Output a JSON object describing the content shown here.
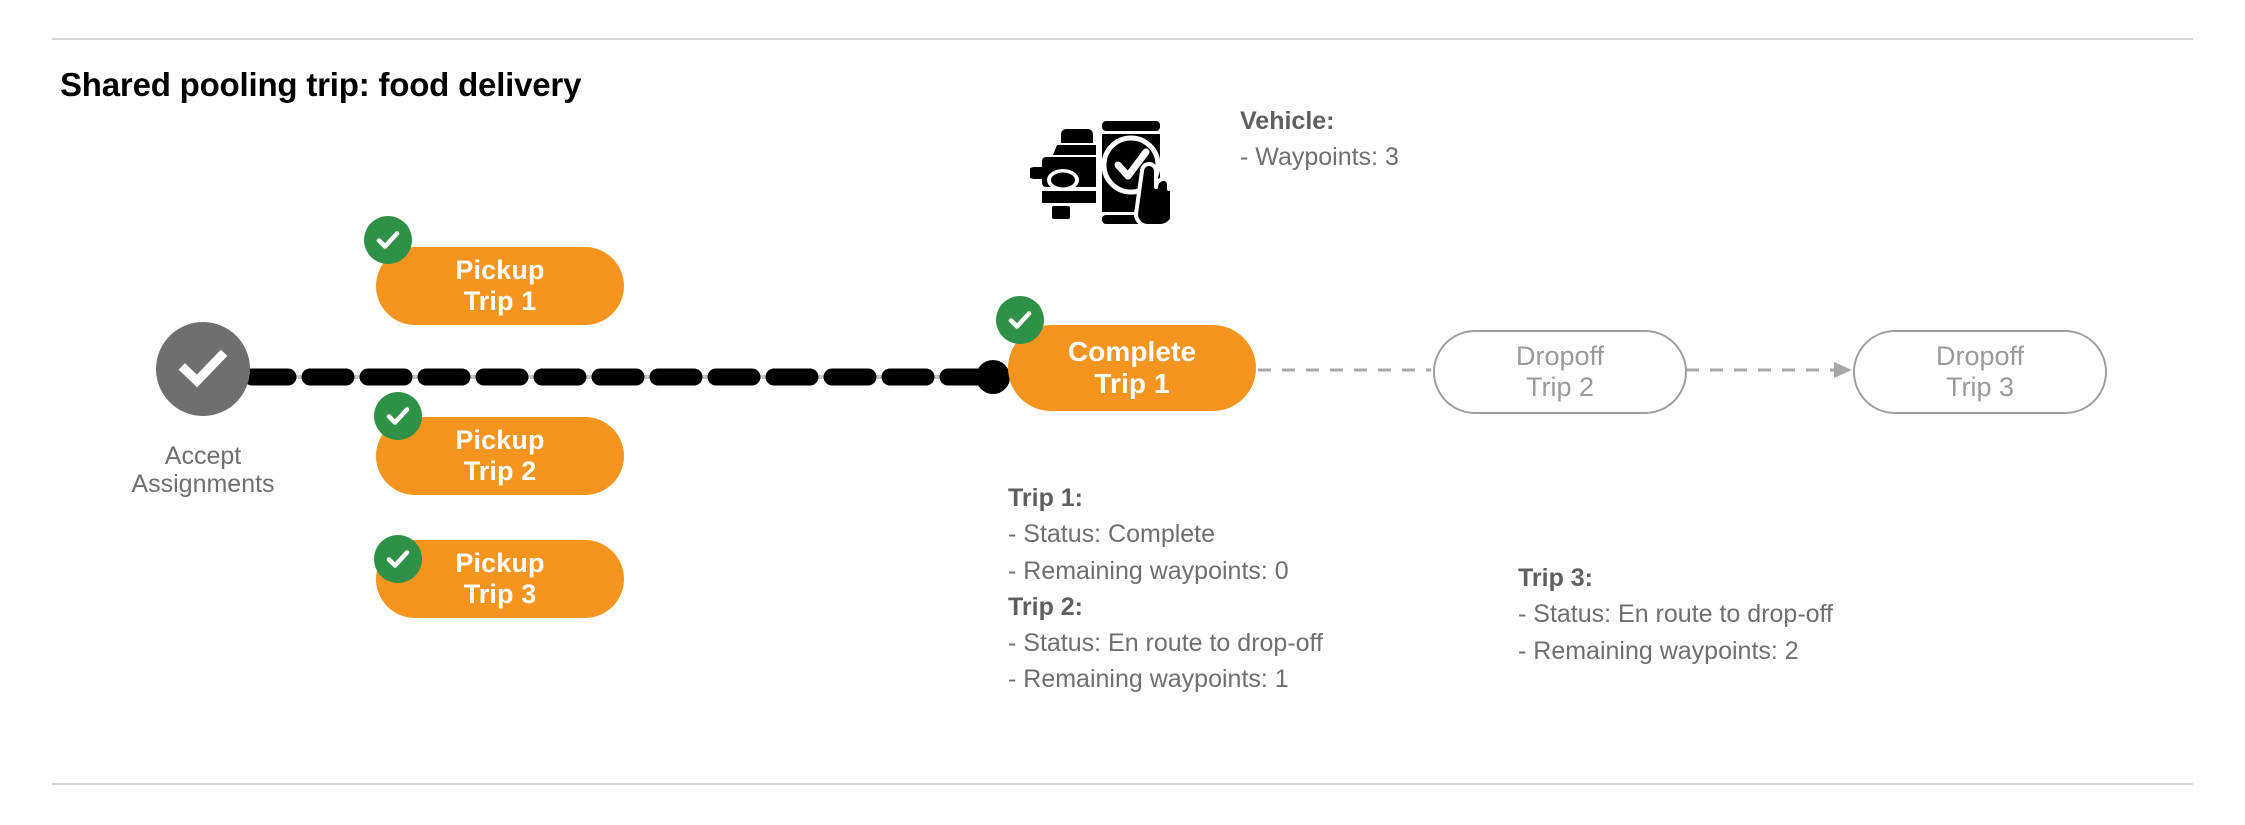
{
  "page": {
    "title": "Shared pooling trip: food delivery",
    "background": "#ffffff",
    "rule_color": "#d6d6d6"
  },
  "colors": {
    "orange": "#f5941e",
    "green": "#2f9147",
    "gray_node": "#6f6f6f",
    "gray_outline": "#a0a0a0",
    "gray_text": "#6f6f6f",
    "black": "#000000"
  },
  "start_node": {
    "name": "accept-assignments",
    "icon": "check-circle-icon",
    "label_line1": "Accept",
    "label_line2": "Assignments",
    "fill": "#6f6f6f"
  },
  "vehicle": {
    "icon": "car-phone-check-icon",
    "heading": "Vehicle:",
    "detail": "- Waypoints: 3"
  },
  "pickup_nodes": [
    {
      "name": "pickup-trip-1",
      "line1": "Pickup",
      "line2": "Trip 1",
      "status_icon": "check-badge-icon",
      "completed": true
    },
    {
      "name": "pickup-trip-2",
      "line1": "Pickup",
      "line2": "Trip 2",
      "status_icon": "check-badge-icon",
      "completed": true
    },
    {
      "name": "pickup-trip-3",
      "line1": "Pickup",
      "line2": "Trip 3",
      "status_icon": "check-badge-icon",
      "completed": true
    }
  ],
  "complete_node": {
    "name": "complete-trip-1",
    "line1": "Complete",
    "line2": "Trip 1",
    "status_icon": "check-badge-icon",
    "completed": true
  },
  "dropoff_nodes": [
    {
      "name": "dropoff-trip-2",
      "line1": "Dropoff",
      "line2": "Trip 2",
      "completed": false
    },
    {
      "name": "dropoff-trip-3",
      "line1": "Dropoff",
      "line2": "Trip 3",
      "completed": false
    }
  ],
  "trip_details": {
    "group_a": {
      "trip1_heading": "Trip 1:",
      "trip1_status": "- Status:  Complete",
      "trip1_waypoints": "- Remaining waypoints: 0",
      "trip2_heading": "Trip 2:",
      "trip2_status": "- Status:  En route to drop-off",
      "trip2_waypoints": "- Remaining waypoints: 1"
    },
    "group_b": {
      "trip3_heading": "Trip 3:",
      "trip3_status": "- Status:  En route to drop-off",
      "trip3_waypoints": "- Remaining waypoints: 2"
    }
  }
}
